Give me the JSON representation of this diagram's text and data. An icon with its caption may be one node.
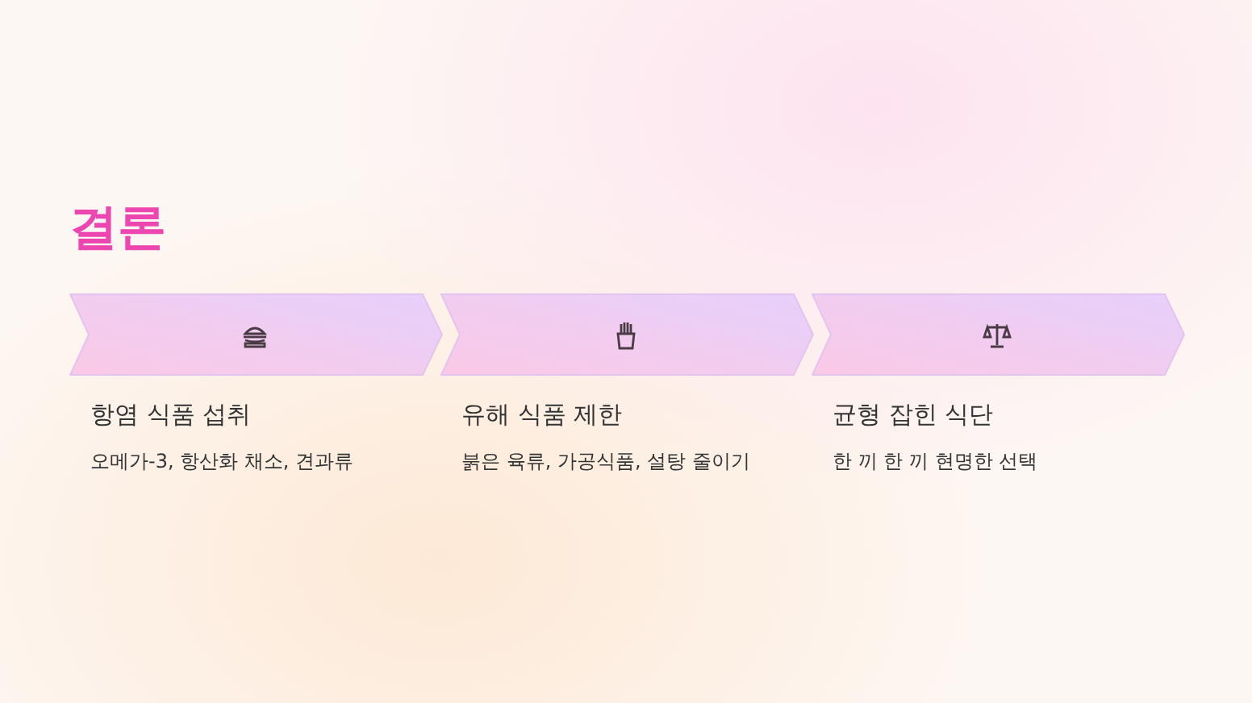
{
  "diagram": {
    "title": "결론",
    "nodes": [
      {
        "text": [
          "항염 식품 섭취",
          "오메가-3, 항산화 채소, 견과류"
        ]
      },
      {
        "text": [
          "유해 식품 제한",
          "붉은 육류, 가공식품, 설탕 줄이기"
        ]
      },
      {
        "text": [
          "균형 잡힌 식단",
          "한 끼 한 끼 현명한 선택"
        ]
      }
    ],
    "edges": []
  }
}
